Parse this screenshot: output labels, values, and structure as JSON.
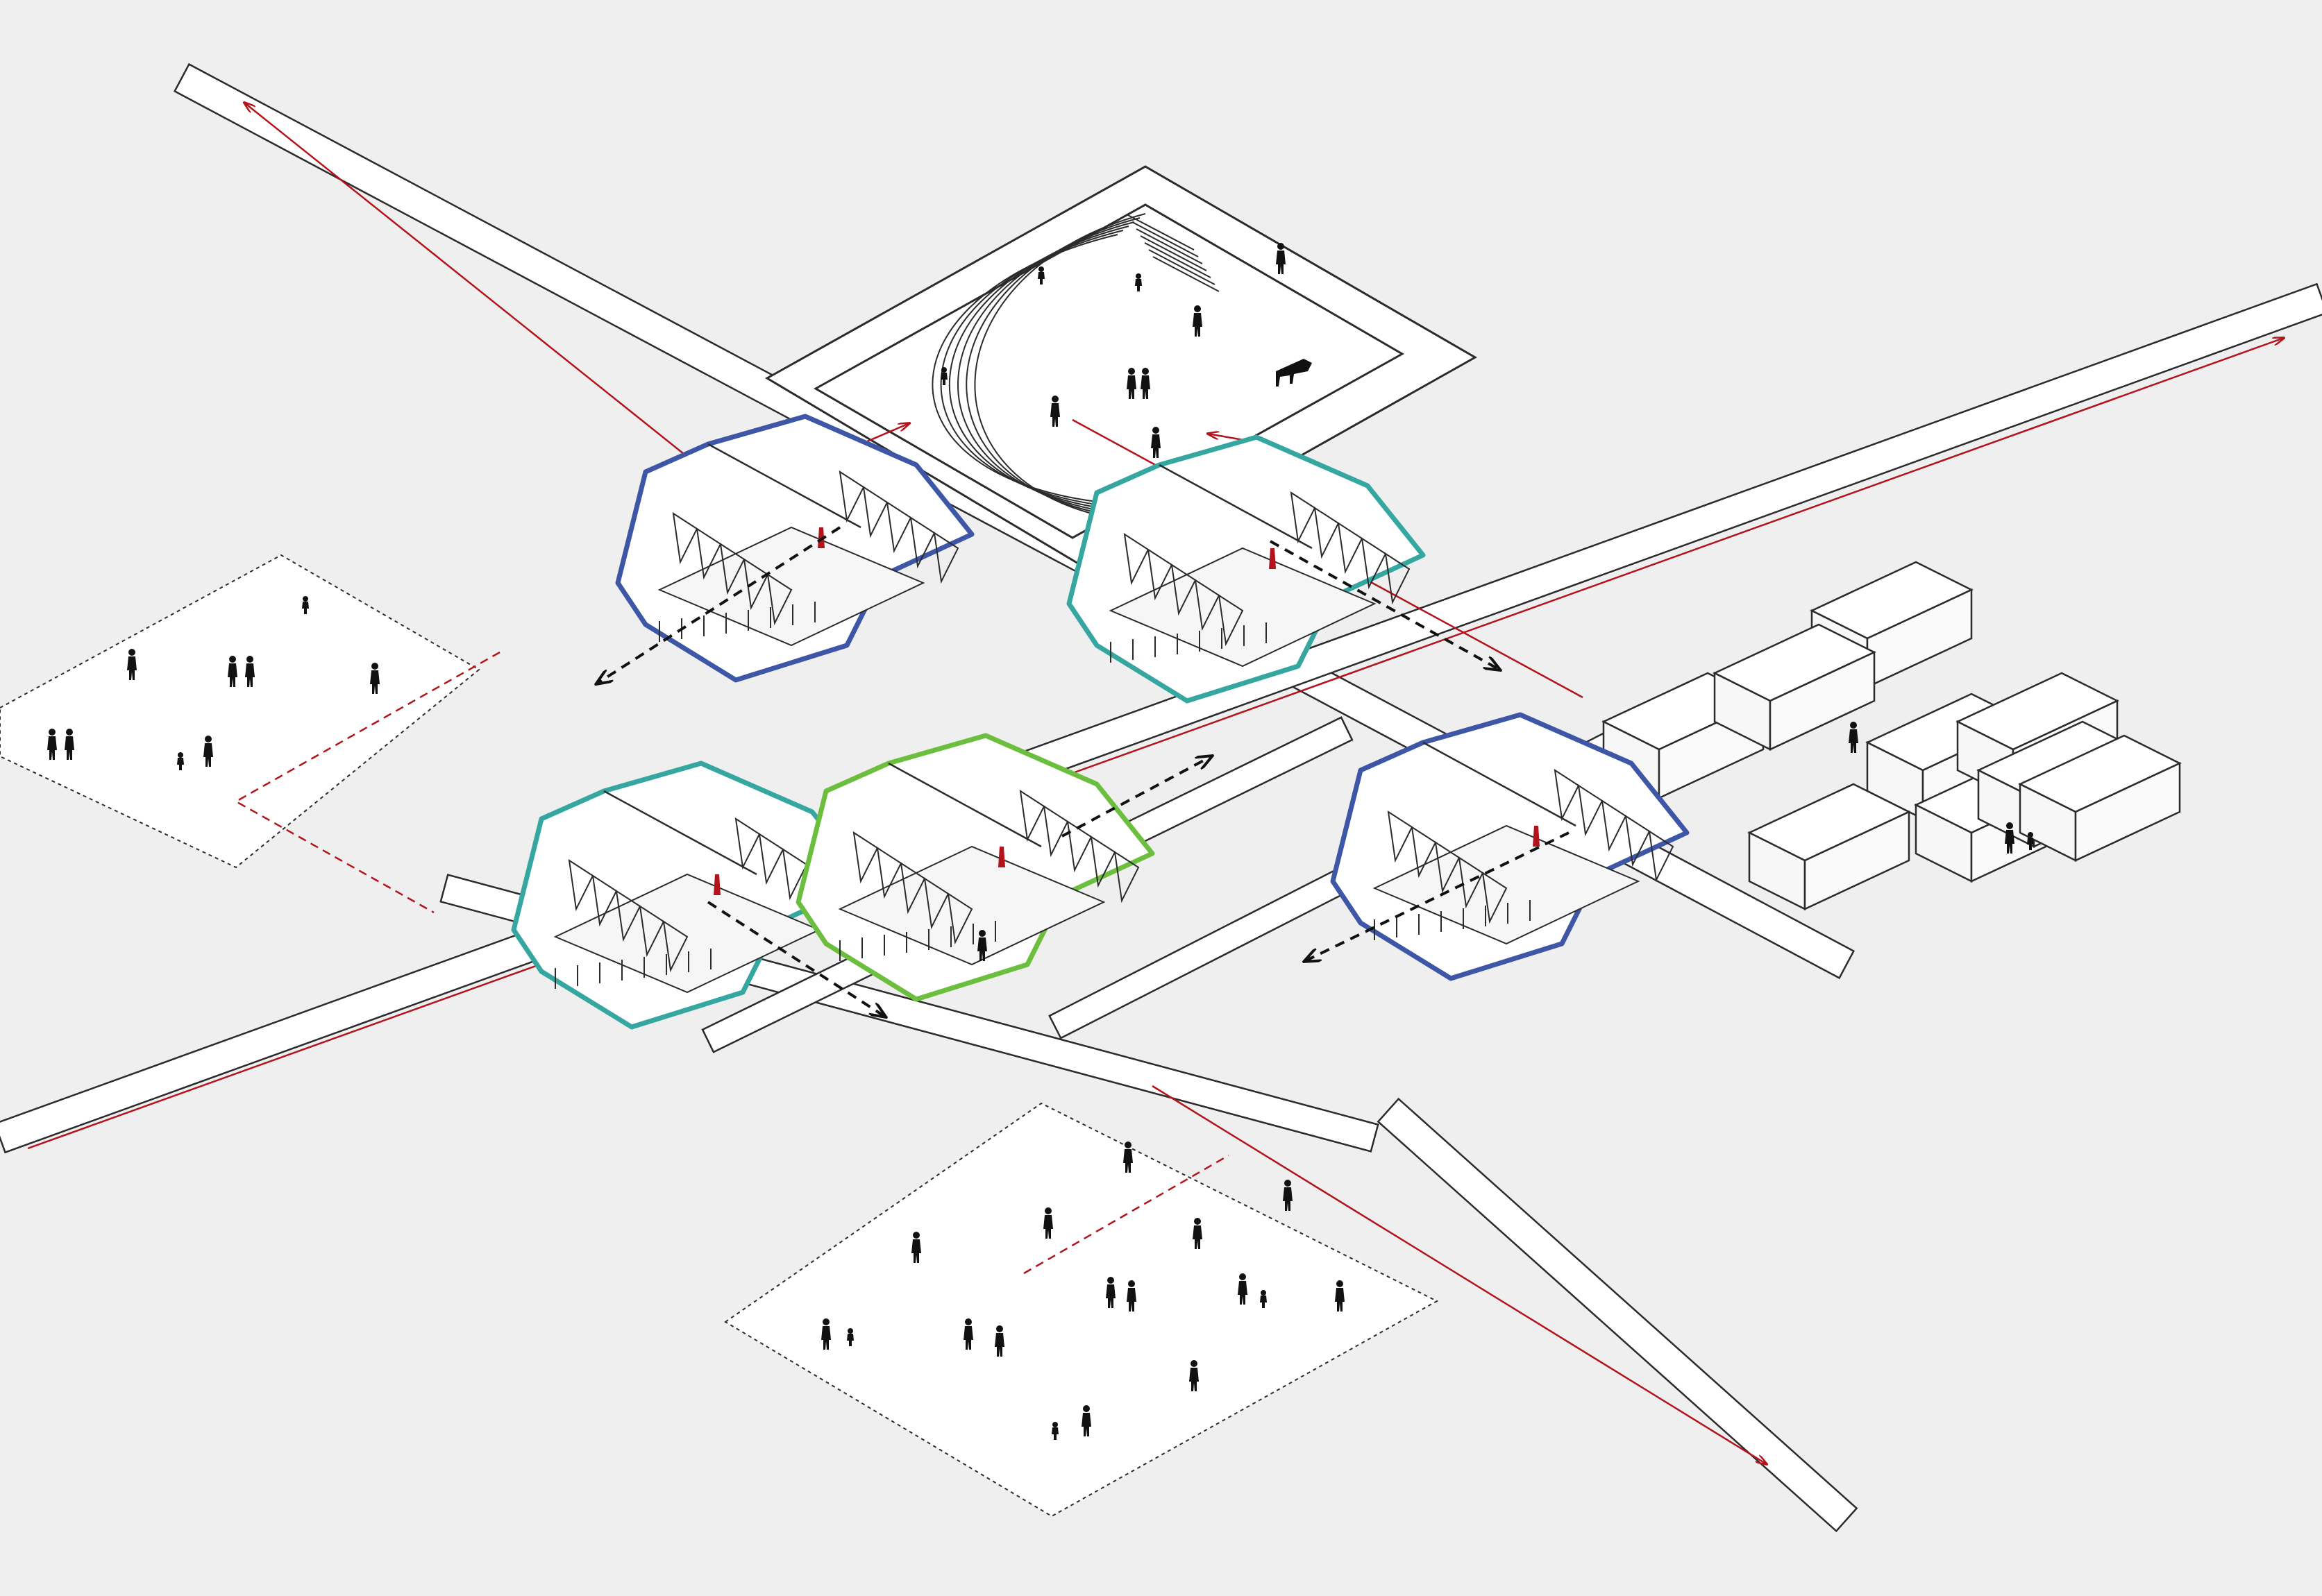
{
  "colors": {
    "background": "#efefef",
    "surface": "#ffffff",
    "linework": "#2b2b2b",
    "circulation": "#b3131b",
    "unit_blue": "#3d56a6",
    "unit_teal": "#35a6a0",
    "unit_green": "#6cbf3e",
    "view_arrow": "#111111",
    "people": "#111111"
  },
  "elements": {
    "road_system": "axonometric-road-grid",
    "circulation": "red-arrow-routes",
    "plaza": "amphitheatre-square-with-piano",
    "units": [
      {
        "name": "unit-north-west",
        "outline": "unit_blue",
        "icon": "a-frame-house-icon"
      },
      {
        "name": "unit-north-east",
        "outline": "unit_teal",
        "icon": "a-frame-house-icon"
      },
      {
        "name": "unit-west",
        "outline": "unit_teal",
        "icon": "a-frame-house-icon"
      },
      {
        "name": "unit-centre",
        "outline": "unit_green",
        "icon": "a-frame-house-icon"
      },
      {
        "name": "unit-east",
        "outline": "unit_blue",
        "icon": "a-frame-house-icon"
      }
    ],
    "modules": "prefab-box-cluster",
    "open_fields": [
      "field-west",
      "field-south"
    ]
  }
}
